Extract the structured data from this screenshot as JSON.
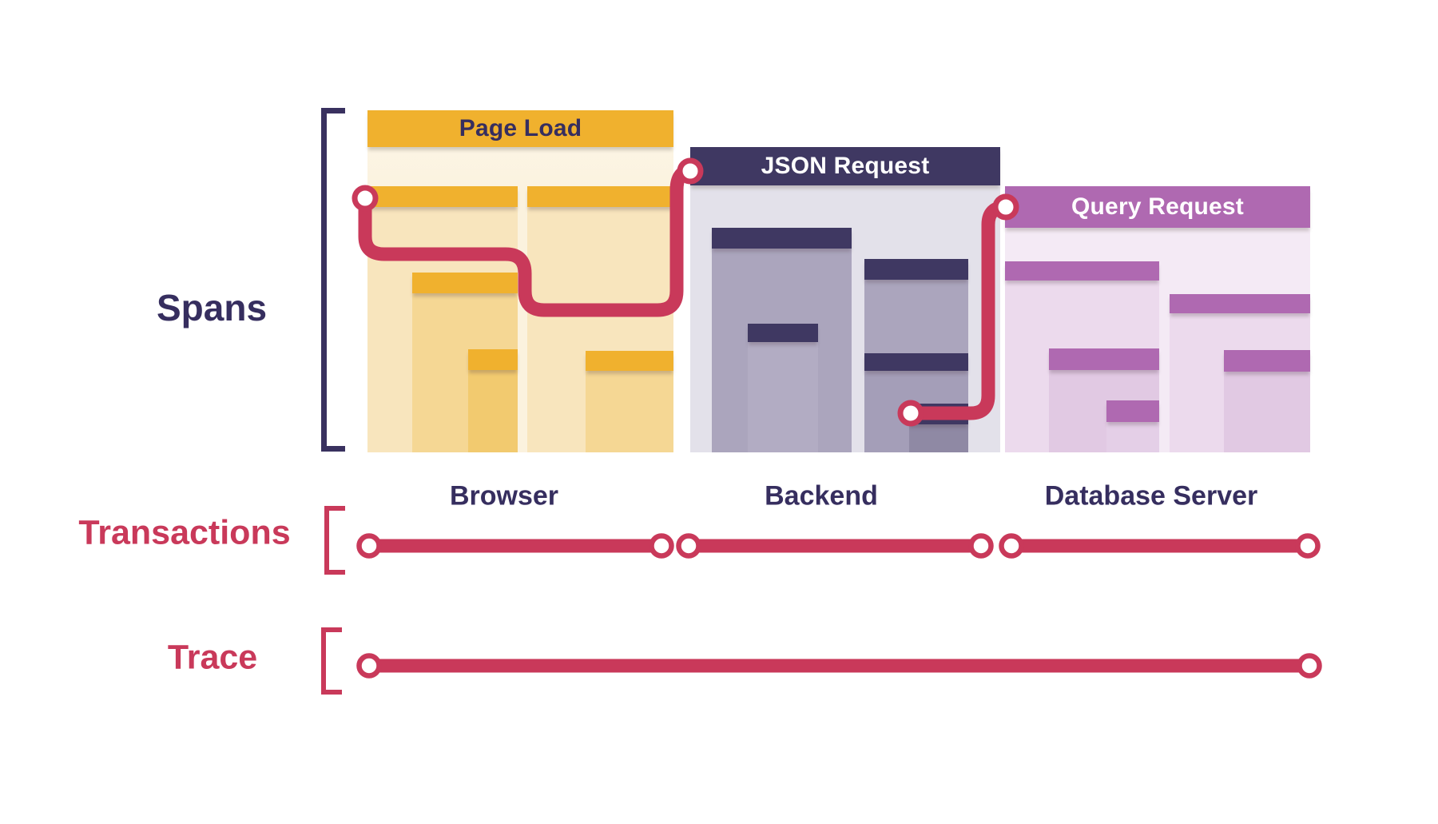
{
  "diagram": {
    "rows": {
      "spans_label": "Spans",
      "transactions_label": "Transactions",
      "trace_label": "Trace"
    },
    "panels": [
      {
        "title": "Page Load",
        "service": "Browser",
        "header_color": "#F0B12E",
        "title_color": "#362E5F"
      },
      {
        "title": "JSON Request",
        "service": "Backend",
        "header_color": "#3F3862",
        "title_color": "#FFFFFF"
      },
      {
        "title": "Query Request",
        "service": "Database Server",
        "header_color": "#AF69B1",
        "title_color": "#FFFFFF"
      }
    ],
    "colors": {
      "accent_red": "#C9395A",
      "navy": "#39315F",
      "yellow": "#F0B12E",
      "purple": "#AF69B1",
      "canvas": "#FFFFFF"
    }
  }
}
